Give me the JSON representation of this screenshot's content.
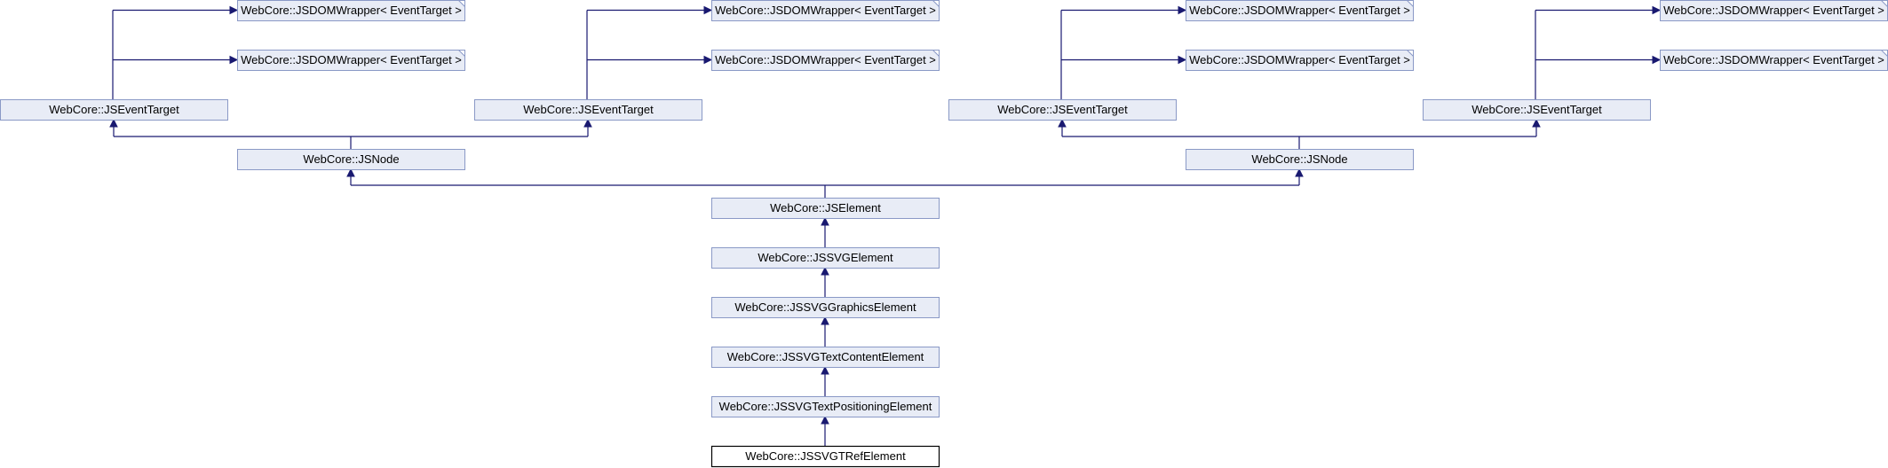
{
  "diagram": {
    "nodes": [
      {
        "id": "w1",
        "label": "WebCore::JSDOMWrapper< EventTarget >",
        "external": true
      },
      {
        "id": "w2",
        "label": "WebCore::JSDOMWrapper< EventTarget >",
        "external": true
      },
      {
        "id": "w3",
        "label": "WebCore::JSDOMWrapper< EventTarget >",
        "external": true
      },
      {
        "id": "w4",
        "label": "WebCore::JSDOMWrapper< EventTarget >",
        "external": true
      },
      {
        "id": "w5",
        "label": "WebCore::JSDOMWrapper< EventTarget >",
        "external": true
      },
      {
        "id": "w6",
        "label": "WebCore::JSDOMWrapper< EventTarget >",
        "external": true
      },
      {
        "id": "w7",
        "label": "WebCore::JSDOMWrapper< EventTarget >",
        "external": true
      },
      {
        "id": "w8",
        "label": "WebCore::JSDOMWrapper< EventTarget >",
        "external": true
      },
      {
        "id": "et1",
        "label": "WebCore::JSEventTarget"
      },
      {
        "id": "et2",
        "label": "WebCore::JSEventTarget"
      },
      {
        "id": "et3",
        "label": "WebCore::JSEventTarget"
      },
      {
        "id": "et4",
        "label": "WebCore::JSEventTarget"
      },
      {
        "id": "n1",
        "label": "WebCore::JSNode"
      },
      {
        "id": "n2",
        "label": "WebCore::JSNode"
      },
      {
        "id": "el",
        "label": "WebCore::JSElement"
      },
      {
        "id": "svg",
        "label": "WebCore::JSSVGElement"
      },
      {
        "id": "gfx",
        "label": "WebCore::JSSVGGraphicsElement"
      },
      {
        "id": "tce",
        "label": "WebCore::JSSVGTextContentElement"
      },
      {
        "id": "tpe",
        "label": "WebCore::JSSVGTextPositioningElement"
      },
      {
        "id": "tref",
        "label": "WebCore::JSSVGTRefElement",
        "current": true
      }
    ],
    "edges": [
      {
        "from": "et1",
        "to": "w1"
      },
      {
        "from": "et1",
        "to": "w2"
      },
      {
        "from": "et2",
        "to": "w3"
      },
      {
        "from": "et2",
        "to": "w4"
      },
      {
        "from": "et3",
        "to": "w5"
      },
      {
        "from": "et3",
        "to": "w6"
      },
      {
        "from": "et4",
        "to": "w7"
      },
      {
        "from": "et4",
        "to": "w8"
      },
      {
        "from": "n1",
        "to": "et1"
      },
      {
        "from": "n1",
        "to": "et2"
      },
      {
        "from": "n2",
        "to": "et3"
      },
      {
        "from": "n2",
        "to": "et4"
      },
      {
        "from": "el",
        "to": "n1"
      },
      {
        "from": "el",
        "to": "n2"
      },
      {
        "from": "svg",
        "to": "el"
      },
      {
        "from": "gfx",
        "to": "svg"
      },
      {
        "from": "tce",
        "to": "gfx"
      },
      {
        "from": "tpe",
        "to": "tce"
      },
      {
        "from": "tref",
        "to": "tpe"
      }
    ]
  }
}
